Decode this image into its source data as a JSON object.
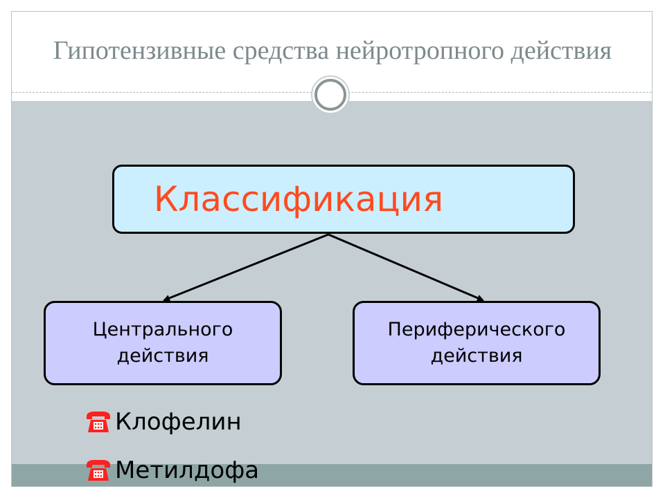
{
  "slide": {
    "title": "Гипотензивные средства нейротропного действия"
  },
  "diagram": {
    "root": "Классификация",
    "children": [
      {
        "line1": "Центрального",
        "line2": "действия"
      },
      {
        "line1": "Периферического",
        "line2": "действия"
      }
    ]
  },
  "drugs": {
    "items": [
      "Клофелин",
      "Метилдофа"
    ],
    "bullet_icon": "telephone-icon"
  },
  "colors": {
    "title": "#7c8a8e",
    "content_background": "#c5ced2",
    "footer_band": "#8fa6a6",
    "root_fill": "#ccefff",
    "root_text": "#ff4a1f",
    "child_fill": "#ccccff",
    "bullet": "#ff2020"
  }
}
